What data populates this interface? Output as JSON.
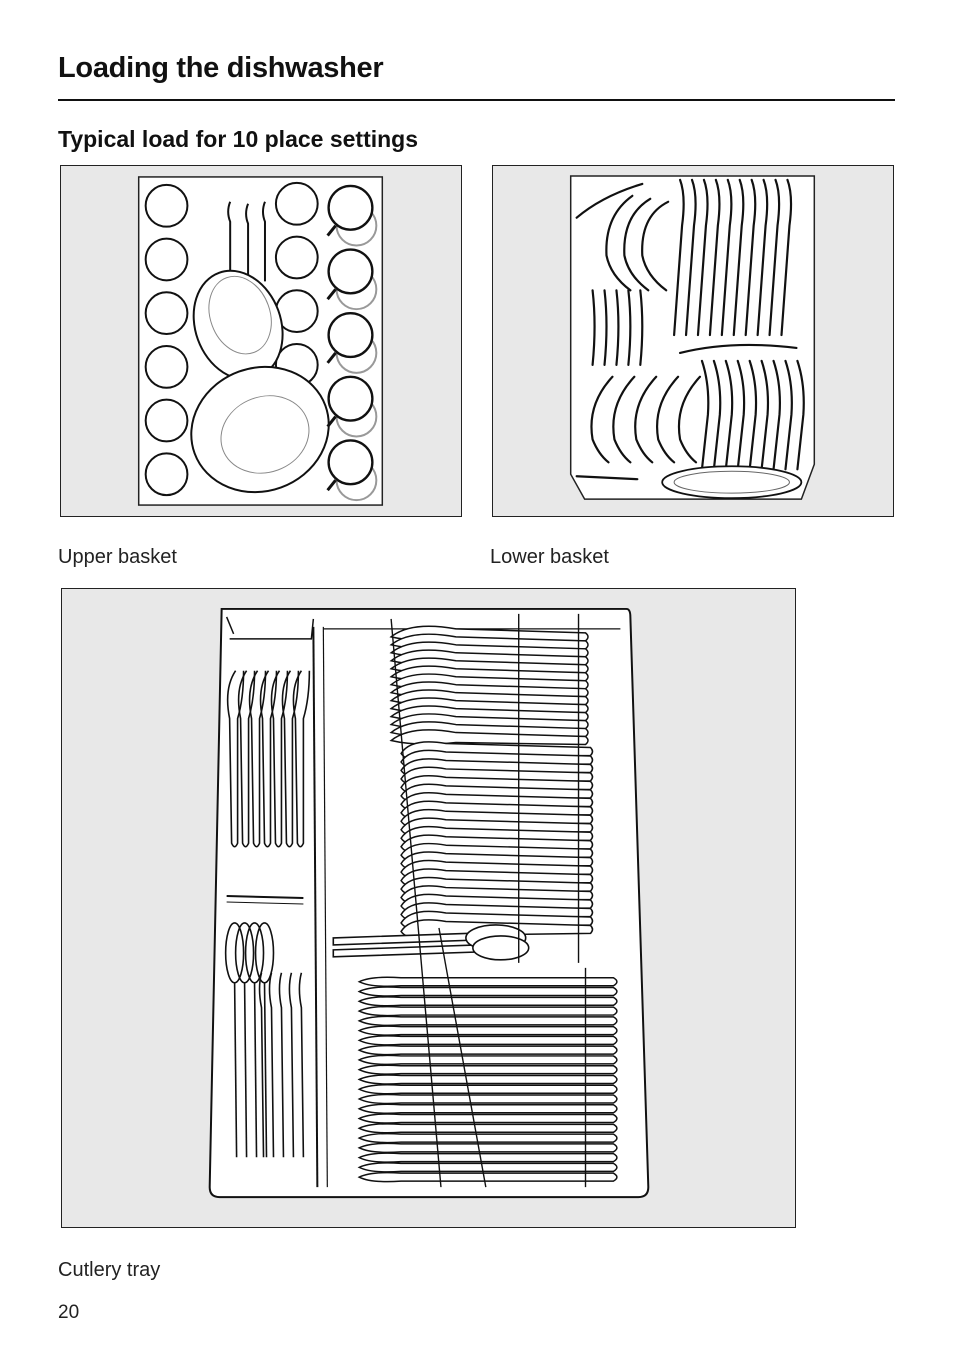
{
  "page": {
    "title": "Loading the dishwasher",
    "subtitle": "Typical load for 10 place settings",
    "page_number": "20"
  },
  "figures": {
    "upper_basket": {
      "caption": "Upper basket"
    },
    "lower_basket": {
      "caption": "Lower basket"
    },
    "cutlery_tray": {
      "caption": "Cutlery tray"
    }
  }
}
